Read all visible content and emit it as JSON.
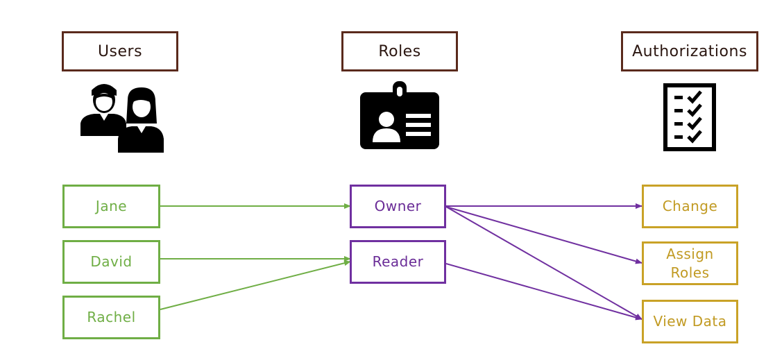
{
  "headers": {
    "users": "Users",
    "roles": "Roles",
    "authorizations": "Authorizations"
  },
  "users": [
    "Jane",
    "David",
    "Rachel"
  ],
  "roles": [
    "Owner",
    "Reader"
  ],
  "authorizations": {
    "change": "Change",
    "assign_roles_line1": "Assign",
    "assign_roles_line2": "Roles",
    "view_data": "View Data"
  },
  "icons": {
    "users": "users-icon",
    "roles": "id-badge-icon",
    "authorizations": "checklist-icon"
  },
  "colors": {
    "header_border": "#5a2a1c",
    "user": "#6fae45",
    "role": "#7030a0",
    "authorization": "#c9a227"
  },
  "edges": [
    {
      "from": "Jane",
      "to": "Owner"
    },
    {
      "from": "David",
      "to": "Reader"
    },
    {
      "from": "Rachel",
      "to": "Reader"
    },
    {
      "from": "Owner",
      "to": "Change"
    },
    {
      "from": "Owner",
      "to": "Assign Roles"
    },
    {
      "from": "Owner",
      "to": "View Data"
    },
    {
      "from": "Reader",
      "to": "View Data"
    }
  ]
}
